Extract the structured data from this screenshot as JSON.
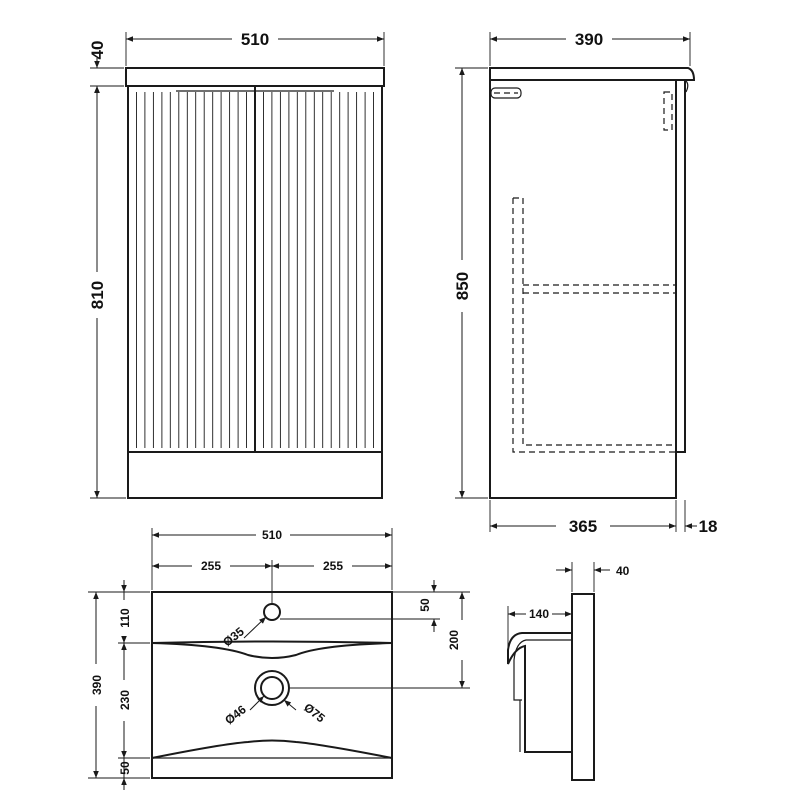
{
  "front_view": {
    "width": "510",
    "worktop_height": "40",
    "body_height": "810"
  },
  "side_view": {
    "depth": "390",
    "total_height": "850",
    "body_depth": "365",
    "door_thickness": "18"
  },
  "basin_plan": {
    "width": "510",
    "half_left": "255",
    "half_right": "255",
    "depth": "390",
    "tap_offset_top": "110",
    "bowl_length": "230",
    "front_lip": "50",
    "tap_offset_back": "50",
    "waste_from_back": "200",
    "tap_hole_dia": "Ø35",
    "waste_inner_dia": "Ø46",
    "waste_outer_dia": "Ø75"
  },
  "basin_section": {
    "thickness": "40",
    "bowl_depth": "140"
  }
}
